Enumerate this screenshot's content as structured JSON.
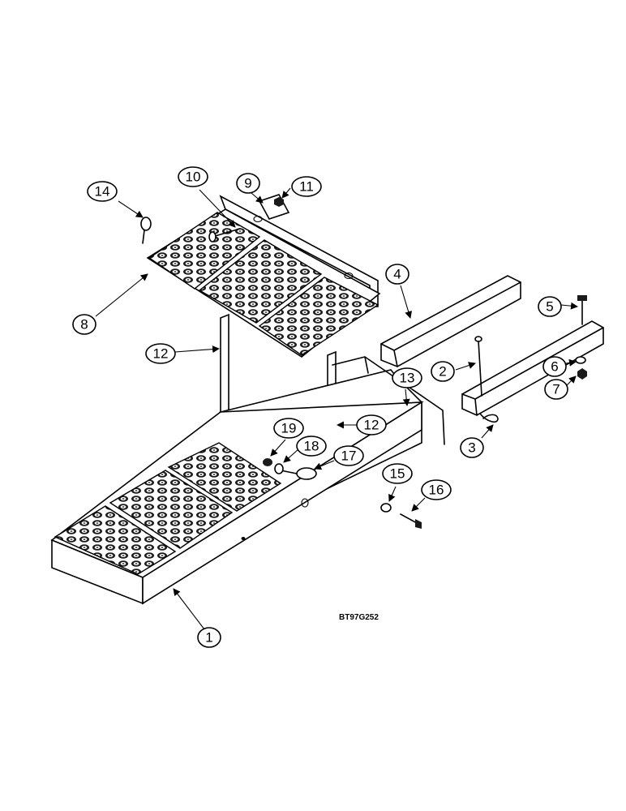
{
  "drawing_code": "BT97G252",
  "callouts": [
    {
      "id": "part-1",
      "label": "1"
    },
    {
      "id": "part-2",
      "label": "2"
    },
    {
      "id": "part-3",
      "label": "3"
    },
    {
      "id": "part-4",
      "label": "4"
    },
    {
      "id": "part-5",
      "label": "5"
    },
    {
      "id": "part-6",
      "label": "6"
    },
    {
      "id": "part-7",
      "label": "7"
    },
    {
      "id": "part-8",
      "label": "8"
    },
    {
      "id": "part-9",
      "label": "9"
    },
    {
      "id": "part-10",
      "label": "10"
    },
    {
      "id": "part-11",
      "label": "11"
    },
    {
      "id": "part-12a",
      "label": "12"
    },
    {
      "id": "part-12b",
      "label": "12"
    },
    {
      "id": "part-13",
      "label": "13"
    },
    {
      "id": "part-14",
      "label": "14"
    },
    {
      "id": "part-15",
      "label": "15"
    },
    {
      "id": "part-16",
      "label": "16"
    },
    {
      "id": "part-17",
      "label": "17"
    },
    {
      "id": "part-18",
      "label": "18"
    },
    {
      "id": "part-19",
      "label": "19"
    }
  ]
}
